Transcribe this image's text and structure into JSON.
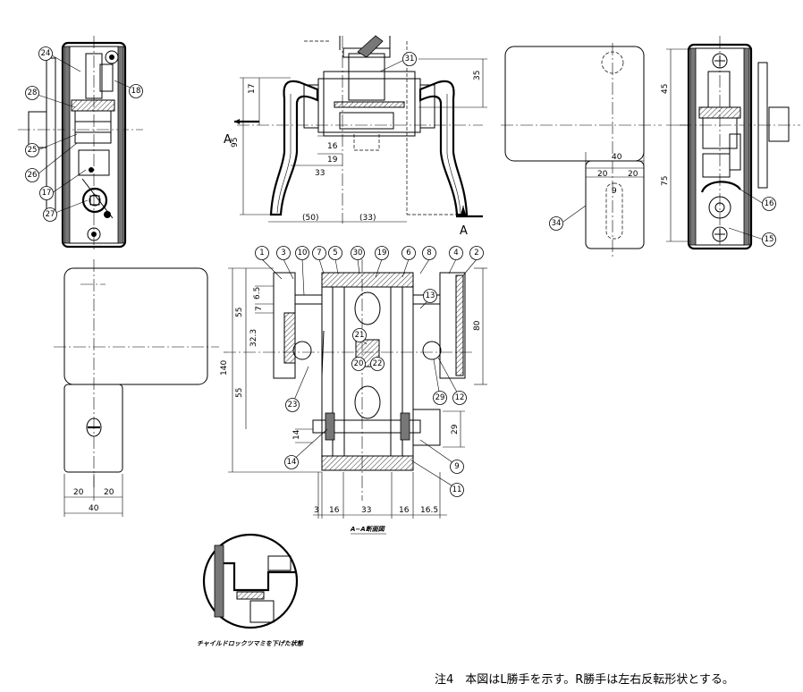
{
  "balloons": {
    "b1": "1",
    "b2": "2",
    "b3": "3",
    "b4": "4",
    "b5": "5",
    "b6": "6",
    "b7": "7",
    "b8": "8",
    "b9": "9",
    "b10": "10",
    "b11": "11",
    "b12": "12",
    "b13": "13",
    "b14": "14",
    "b15": "15",
    "b16": "16",
    "b17": "17",
    "b18": "18",
    "b19": "19",
    "b20": "20",
    "b21": "21",
    "b22": "22",
    "b23": "23",
    "b24": "24",
    "b25": "25",
    "b26": "26",
    "b27": "27",
    "b28": "28",
    "b29": "29",
    "b30": "30",
    "b31": "31",
    "b34": "34"
  },
  "dims": {
    "d35": "35",
    "d17": "17",
    "d95": "95",
    "d16": "16",
    "d19": "19",
    "d33a": "33",
    "d50": "(50)",
    "d33b": "(33)",
    "d45": "45",
    "d75": "75",
    "d40a": "40",
    "d20a": "20",
    "d20b": "20",
    "d9": "9",
    "d55a": "55",
    "d65": "6.5",
    "d7": "7",
    "d323": "32.3",
    "d140": "140",
    "d55b": "55",
    "d80": "80",
    "d29": "29",
    "d14": "14",
    "d3": "3",
    "d16b": "16",
    "d33c": "33",
    "d16c": "16",
    "d165": "16.5",
    "d20c": "20",
    "d20d": "20",
    "d40b": "40"
  },
  "section_marker": "A",
  "section_caption": "A−A断面図",
  "detail_caption": "チャイルドロックツマミを下げた状態",
  "note": "注4　本図はL勝手を示す。R勝手は左右反転形状とする。"
}
